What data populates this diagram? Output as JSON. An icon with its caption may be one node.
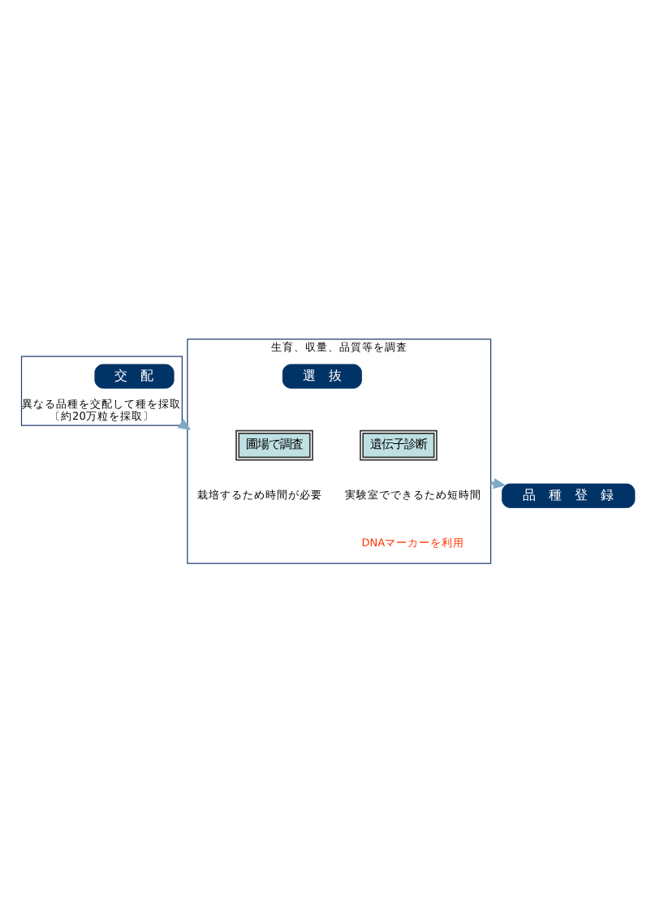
{
  "diagram": {
    "nodes": [
      {
        "text": [
          "異なる品種を交配して種を採取",
          "〔約20万粒を採取〕"
        ]
      },
      {
        "text": [
          "交　配"
        ],
        "in": 0
      },
      {
        "text": [
          "生育、収量、品質等を調査"
        ]
      },
      {
        "text": [
          "選　抜"
        ],
        "in": 2
      },
      {
        "text": [
          "圃場で調査"
        ],
        "in": 2,
        "beside": [
          "栽培するため時間が必要"
        ]
      },
      {
        "text": [
          "遺伝子診断"
        ],
        "in": 2,
        "beside": [
          "実験室でできるため短時間"
        ]
      },
      {
        "text": [
          "品　種　登　録"
        ]
      }
    ],
    "edges": [
      {
        "from": 0,
        "to": 2,
        "arrow": "to"
      },
      {
        "from": 2,
        "to": 6,
        "arrow": "to"
      }
    ],
    "labels": [
      "DNAマーカーを利用"
    ]
  }
}
